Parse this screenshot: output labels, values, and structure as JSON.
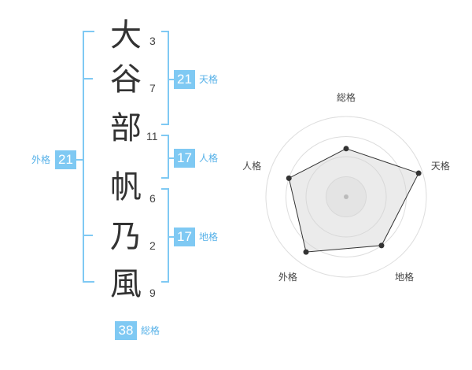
{
  "name": {
    "chars": [
      {
        "char": "大",
        "strokes": "3"
      },
      {
        "char": "谷",
        "strokes": "7"
      },
      {
        "char": "部",
        "strokes": "11"
      },
      {
        "char": "帆",
        "strokes": "6"
      },
      {
        "char": "乃",
        "strokes": "2"
      },
      {
        "char": "風",
        "strokes": "9"
      }
    ]
  },
  "kakusu": {
    "tenkaku": {
      "value": "21",
      "label": "天格"
    },
    "jinkaku": {
      "value": "17",
      "label": "人格"
    },
    "chikaku": {
      "value": "17",
      "label": "地格"
    },
    "gaikaku": {
      "value": "21",
      "label": "外格"
    },
    "soukaku": {
      "value": "38",
      "label": "総格"
    }
  },
  "colors": {
    "bracket": "#7fc9f3",
    "box": "#7fc9f3",
    "label": "#56b1e8"
  },
  "chart_data": {
    "type": "radar",
    "axes": [
      "総格",
      "天格",
      "地格",
      "外格",
      "人格"
    ],
    "values": [
      0.6,
      0.95,
      0.75,
      0.85,
      0.75
    ],
    "rings": 4
  }
}
